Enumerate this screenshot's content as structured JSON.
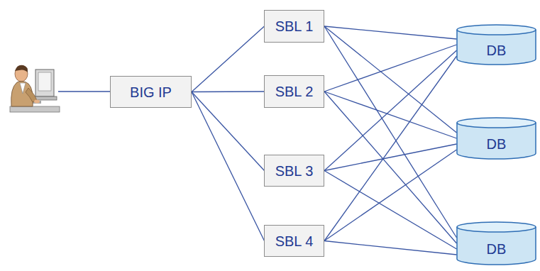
{
  "diagram": {
    "nodes": [
      {
        "text": [
          "BIG IP"
        ]
      },
      {
        "text": [
          "SBL 1"
        ]
      },
      {
        "text": [
          "SBL 2"
        ]
      },
      {
        "text": [
          "SBL 3"
        ]
      },
      {
        "text": [
          "SBL 4"
        ]
      },
      {
        "text": [
          "DB"
        ]
      },
      {
        "text": [
          "DB"
        ]
      },
      {
        "text": [
          "DB"
        ]
      }
    ],
    "edges": [
      {
        "from": 0,
        "to": 1,
        "arrow": "none"
      },
      {
        "from": 0,
        "to": 2,
        "arrow": "none"
      },
      {
        "from": 0,
        "to": 3,
        "arrow": "none"
      },
      {
        "from": 0,
        "to": 4,
        "arrow": "none"
      },
      {
        "from": 1,
        "to": 5,
        "arrow": "none"
      },
      {
        "from": 1,
        "to": 6,
        "arrow": "none"
      },
      {
        "from": 1,
        "to": 7,
        "arrow": "none"
      },
      {
        "from": 2,
        "to": 5,
        "arrow": "none"
      },
      {
        "from": 2,
        "to": 6,
        "arrow": "none"
      },
      {
        "from": 2,
        "to": 7,
        "arrow": "none"
      },
      {
        "from": 3,
        "to": 5,
        "arrow": "none"
      },
      {
        "from": 3,
        "to": 6,
        "arrow": "none"
      },
      {
        "from": 3,
        "to": 7,
        "arrow": "none"
      },
      {
        "from": 4,
        "to": 5,
        "arrow": "none"
      },
      {
        "from": 4,
        "to": 6,
        "arrow": "none"
      },
      {
        "from": 4,
        "to": 7,
        "arrow": "none"
      }
    ]
  }
}
